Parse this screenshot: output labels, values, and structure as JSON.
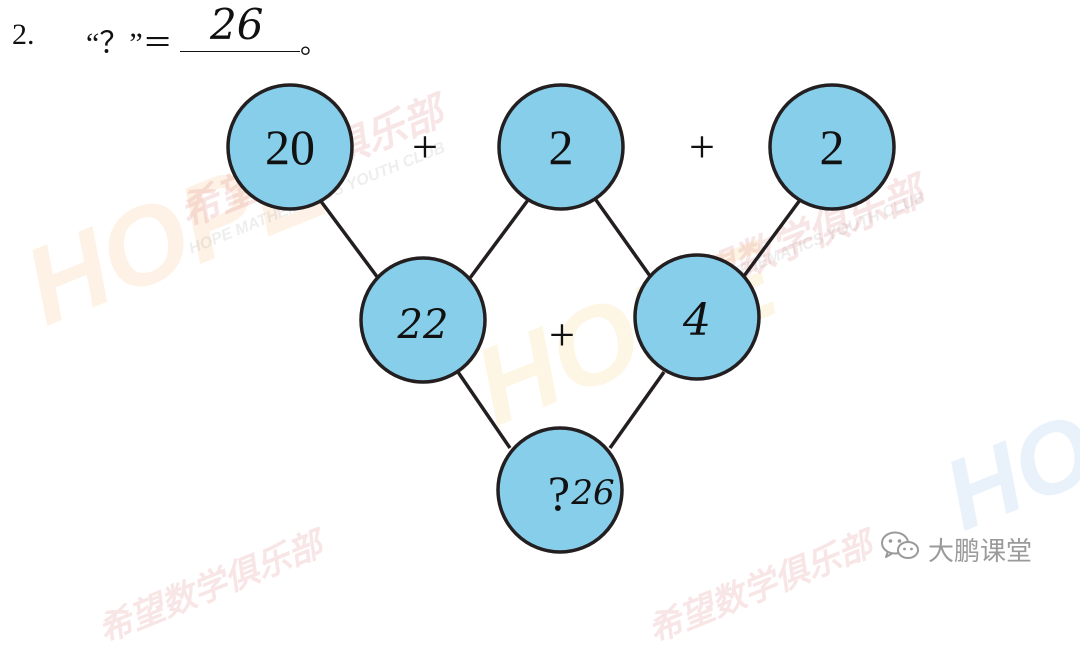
{
  "problem": {
    "number": "2.",
    "question": "“？”＝",
    "answer": "26",
    "period": "。"
  },
  "diagram": {
    "top_nodes": [
      "20",
      "2",
      "2"
    ],
    "top_operators": [
      "+",
      "+"
    ],
    "middle_nodes": [
      "22",
      "4"
    ],
    "middle_operator": "+",
    "bottom_node_printed": "?",
    "bottom_node_handwritten": "26",
    "node_color": "#87CEEB"
  },
  "watermarks": {
    "logo": "HOPE",
    "brand_cn": "希望数学俱乐部",
    "brand_en": "HOPE MATHEMATICS YOUTH CLUB"
  },
  "brand": {
    "icon": "wechat-icon",
    "name": "大鹏课堂"
  }
}
